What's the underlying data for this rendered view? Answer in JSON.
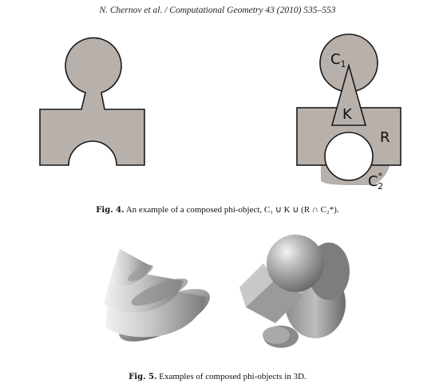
{
  "header": {
    "running_head": "N. Chernov et al. / Computational Geometry 43 (2010) 535–553"
  },
  "figure4": {
    "labels": {
      "c1": "C",
      "c1_sub": "1",
      "k": "K",
      "r": "R",
      "c2": "C",
      "c2_sub": "2",
      "c2_sup": "*"
    },
    "caption_label": "Fig. 4.",
    "caption_text": " An example of a composed phi-object, C₁ ∪ K ∪ (R ∩ C₂*)."
  },
  "figure5": {
    "caption_label": "Fig. 5.",
    "caption_text": " Examples of composed phi-objects in 3D."
  },
  "colors": {
    "fill": "#b8b0ab",
    "stroke": "#1a1a1a"
  }
}
